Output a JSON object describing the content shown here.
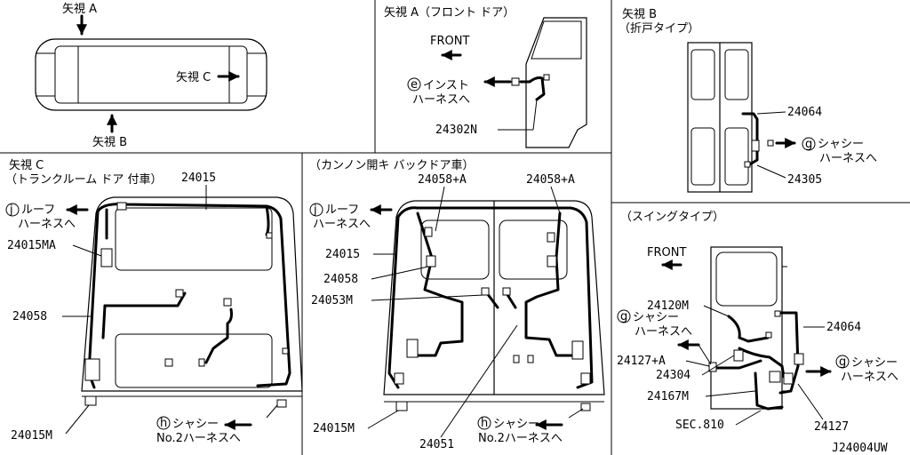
{
  "panels": {
    "overview": {
      "arrow_a": "矢視 A",
      "arrow_b": "矢視 B",
      "arrow_c": "矢視 C"
    },
    "view_a": {
      "title": "矢視 A（フロント ドア）",
      "front": "FRONT",
      "conn": "e",
      "conn_text1": "インスト",
      "conn_text2": "ハーネスへ",
      "part": "24302N"
    },
    "view_b": {
      "title1": "矢視 B",
      "title2": "（折戸タイプ）",
      "conn": "g",
      "conn_text1": "シャシー",
      "conn_text2": "ハーネスへ",
      "part1": "24064",
      "part2": "24305"
    },
    "view_c": {
      "title1": "矢視 C",
      "title2": "（トランクルーム ドア 付車）",
      "top_part": "24015",
      "conn_j": "j",
      "j_text1": "ルーフ",
      "j_text2": "ハーネスへ",
      "p_ma": "24015MA",
      "p_58": "24058",
      "p_m": "24015M",
      "conn_h": "h",
      "h_text1": "シャシー",
      "h_text2": "No.2ハーネスへ"
    },
    "kannon": {
      "title": "（カンノン開キ バックドア車）",
      "p_a1": "24058+A",
      "p_a2": "24058+A",
      "conn_j": "j",
      "j_text1": "ルーフ",
      "j_text2": "ハーネスへ",
      "p_15": "24015",
      "p_58": "24058",
      "p_53m": "24053M",
      "p_15m": "24015M",
      "p_51": "24051",
      "conn_h": "h",
      "h_text1": "シャシー",
      "h_text2": "No.2ハーネスへ"
    },
    "swing": {
      "title": "（スイングタイプ）",
      "front": "FRONT",
      "p_120m": "24120M",
      "conn_g1": "g",
      "g1_text1": "シャシー",
      "g1_text2": "ハーネスへ",
      "p_127a": "24127+A",
      "p_304": "24304",
      "p_167m": "24167M",
      "sec": "SEC.810",
      "p_64": "24064",
      "conn_g2": "g",
      "g2_text1": "シャシー",
      "g2_text2": "ハーネスへ",
      "p_127": "24127"
    }
  },
  "drawing_id": "J24004UW"
}
